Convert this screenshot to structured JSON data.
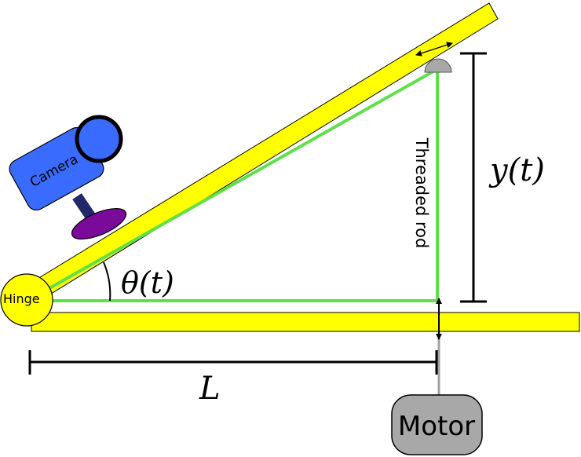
{
  "labels": {
    "hinge": "Hinge",
    "camera": "Camera",
    "threaded_rod": "Threaded rod",
    "motor": "Motor",
    "theta": "θ(t)",
    "y": "y(t)",
    "L": "L"
  },
  "colors": {
    "plank": "#ffff00",
    "green_line": "#5fe04a",
    "camera_body": "#3a6bff",
    "camera_mount": "#7a0a9a",
    "camera_post": "#22286a",
    "motor": "#a8a8a8",
    "rod": "#a0a0a0",
    "outline": "#000000"
  }
}
